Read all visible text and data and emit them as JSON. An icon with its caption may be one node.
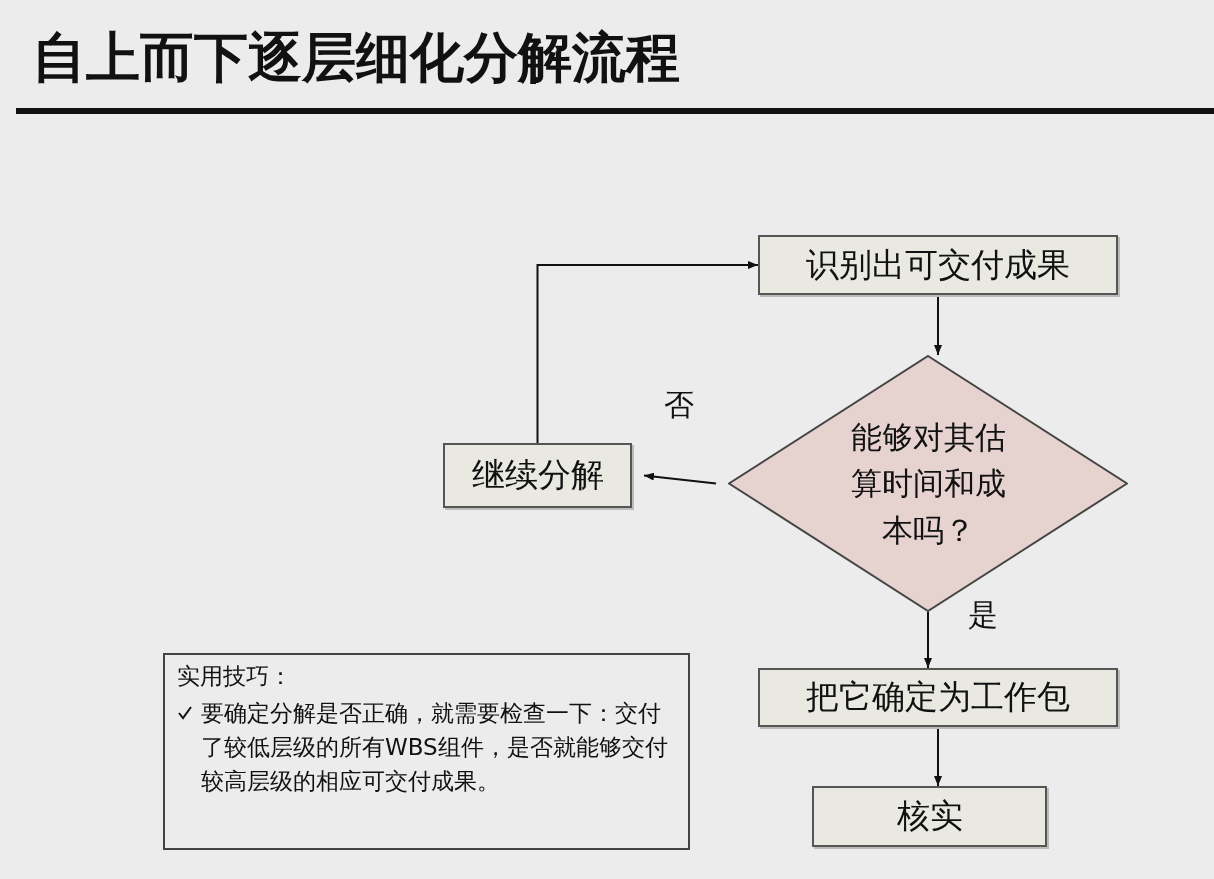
{
  "diagram": {
    "title": "自上而下逐层细化分解流程",
    "nodes": [
      {
        "text": [
          "识别出可交付成果"
        ]
      },
      {
        "text": [
          "能够对其估算时间和成本吗？"
        ]
      },
      {
        "text": [
          "继续分解"
        ]
      },
      {
        "text": [
          "把它确定为工作包"
        ]
      },
      {
        "text": [
          "核实"
        ]
      },
      {
        "text": [
          "实用技巧：",
          "要确定分解是否正确，就需要检查一下：交付了较低层级的所有WBS组件，是否就能够交付较高层级的相应可交付成果。"
        ]
      }
    ],
    "edges": [
      {
        "from": 0,
        "to": 1,
        "arrow": "to"
      },
      {
        "from": 1,
        "to": 2,
        "arrow": "to",
        "label": "否"
      },
      {
        "from": 2,
        "to": 0,
        "arrow": "to"
      },
      {
        "from": 1,
        "to": 3,
        "arrow": "to",
        "label": "是"
      },
      {
        "from": 3,
        "to": 4,
        "arrow": "to"
      }
    ]
  }
}
